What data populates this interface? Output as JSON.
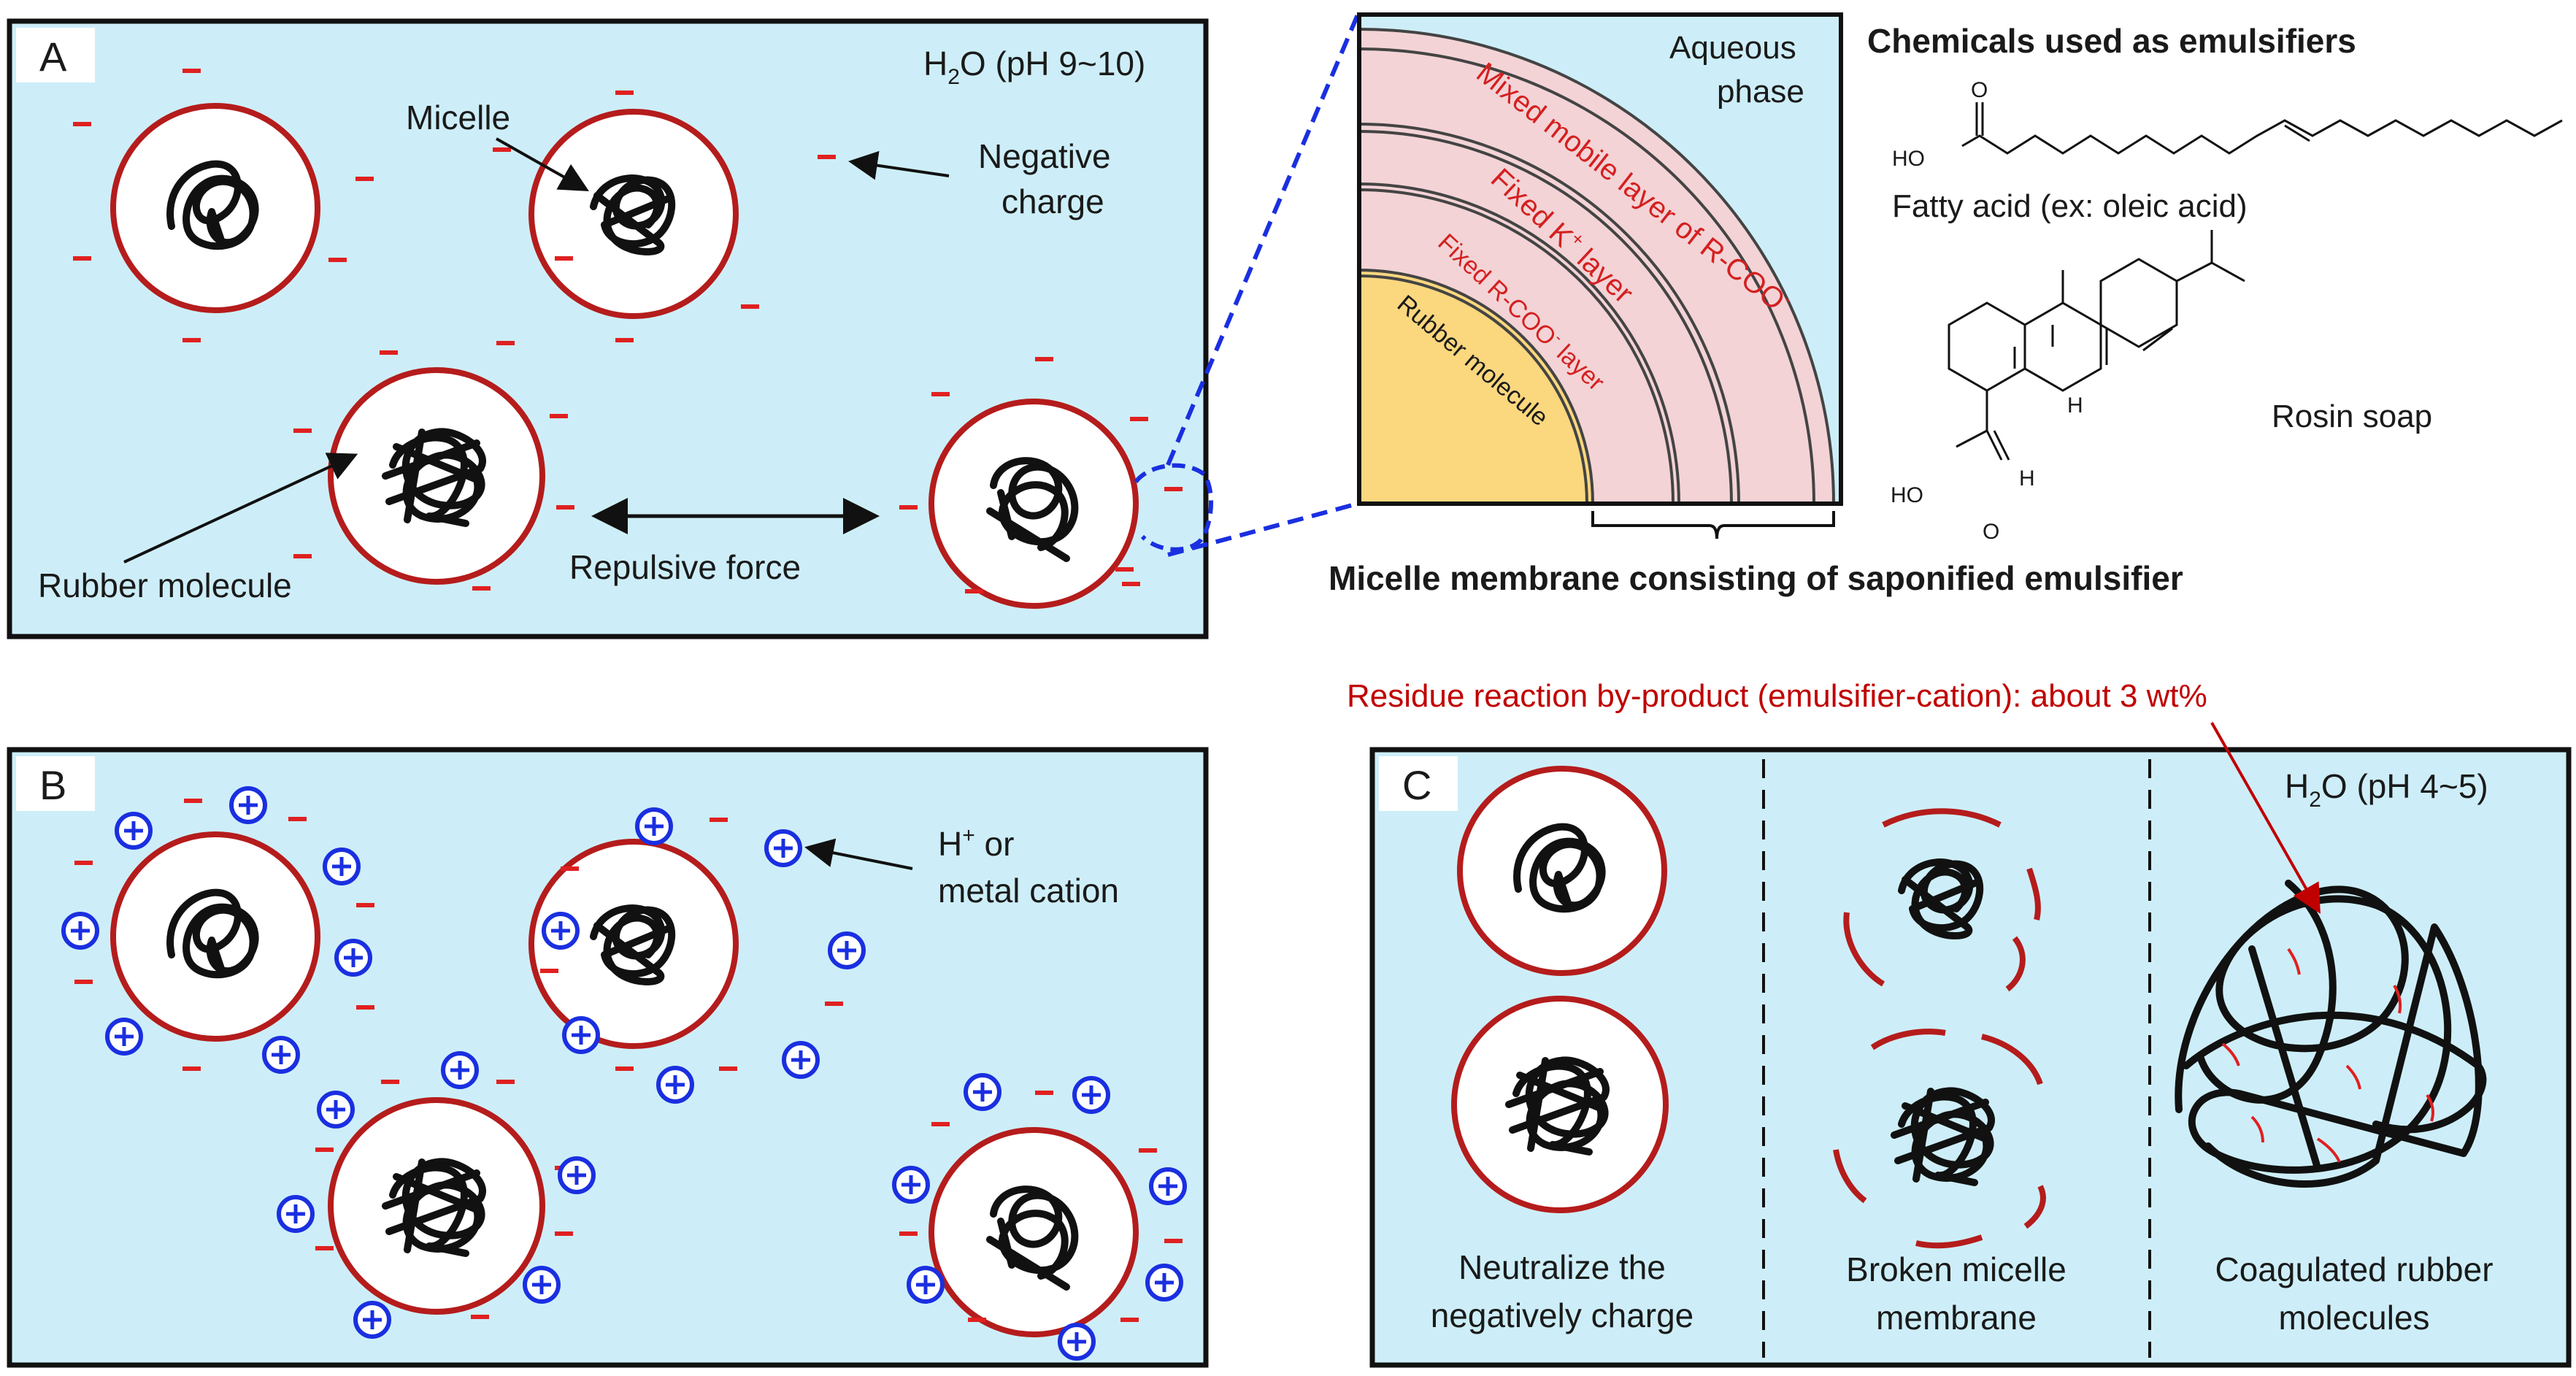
{
  "panel_a": {
    "label": "A",
    "water": {
      "main": "H",
      "sub": "2",
      "rest": "O (pH 9~10)"
    },
    "micelle_label": "Micelle",
    "negative_charge_line1": "Negative",
    "negative_charge_line2": "charge",
    "rubber_molecule_label": "Rubber molecule",
    "repulsive_force_label": "Repulsive force"
  },
  "zoom": {
    "aqueous_line1": "Aqueous",
    "aqueous_line2": "phase",
    "layer_mixed": "Mixed mobile layer of R-COO",
    "layer_mixed_sup": "-",
    "layer_fixed_k_pre": "Fixed K",
    "layer_fixed_k_sup": "+",
    "layer_fixed_k_post": " layer",
    "layer_fixed_rcoo_pre": "Fixed R-COO",
    "layer_fixed_rcoo_sup": "-",
    "layer_fixed_rcoo_post": " layer",
    "core": "Rubber molecule",
    "membrane_caption": "Micelle membrane consisting of saponified emulsifier"
  },
  "chemicals": {
    "title": "Chemicals used as emulsifiers",
    "fatty_acid_label": "Fatty acid (ex: oleic acid)",
    "rosin_label": "Rosin soap",
    "atom_o": "O",
    "atom_ho": "HO",
    "atom_h": "H"
  },
  "panel_b": {
    "label": "B",
    "cation_line1": "H",
    "cation_line1_sup": "+",
    "cation_line1_rest": " or",
    "cation_line2": "metal cation"
  },
  "panel_c": {
    "label": "C",
    "residue_note": "Residue reaction by-product (emulsifier-cation): about 3 wt%",
    "water": {
      "main": "H",
      "sub": "2",
      "rest": "O (pH 4~5)"
    },
    "col1_line1": "Neutralize the",
    "col1_line2": "negatively charge",
    "col2_line1": "Broken micelle",
    "col2_line2": "membrane",
    "col3_line1": "Coagulated rubber",
    "col3_line2": "molecules"
  },
  "colors": {
    "water_bg": "#cdeef8",
    "micelle_ring": "#b51c1c",
    "negative_charge": "#e02020",
    "cation": "#1a2fe0",
    "zoom_dash": "#1a2fe0",
    "layer_fill": "#f3d3d6",
    "core_fill": "#fbd77e",
    "annotation_red": "#c00000"
  }
}
